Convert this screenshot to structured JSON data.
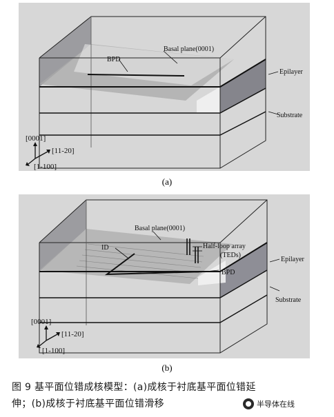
{
  "figure": {
    "panel_a": {
      "label": "(a)",
      "basal_plane": "Basal plane(0001)",
      "bpd": "BPD",
      "epilayer": "Epilayer",
      "substrate": "Substrate",
      "axis_0001": "[0001]",
      "axis_11_20": "[11-20]",
      "axis_1_100": "[1-100]"
    },
    "panel_b": {
      "label": "(b)",
      "basal_plane": "Basal plane(0001)",
      "id": "ID",
      "half_loop_line1": "Half-loop array",
      "half_loop_line2": "(TEDs)",
      "bpd": "BPD",
      "epilayer": "Epilayer",
      "substrate": "Substrate",
      "axis_0001": "[0001]",
      "axis_11_20": "[11-20]",
      "axis_1_100": "[1-100]"
    }
  },
  "caption": {
    "line1": "图 9   基平面位错成核模型：(a)成核于衬底基平面位错延",
    "line2": "伸；(b)成核于衬底基平面位错滑移"
  },
  "watermark": {
    "text": "半导体在线",
    "icon": "wechat-logo-icon"
  }
}
